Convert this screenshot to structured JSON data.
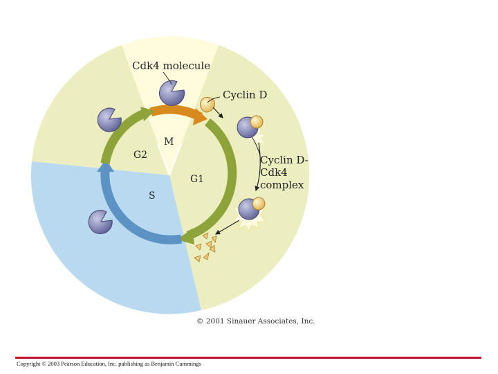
{
  "labels": {
    "cdk4_molecule": "Cdk4 molecule",
    "cyclin_d": "Cyclin D",
    "complex_line1": "Cyclin D-",
    "complex_line2": "Cdk4",
    "complex_line3": "complex",
    "phase_m": "M",
    "phase_g2": "G2",
    "phase_g1": "G1",
    "phase_s": "S"
  },
  "credit": "© 2001 Sinauer Associates, Inc.",
  "footer": "Copyright © 2003 Pearson Education, Inc. publishing as Benjamin Cummings",
  "colors": {
    "g1_sector": "#eceec0",
    "g2_sector": "#eceec0",
    "m_sector": "#fffbdc",
    "s_sector": "#b9d9f0",
    "cycle_arrow_green": "#8ea33a",
    "s_arrow_blue": "#5b93c4",
    "m_arrow_orange": "#d98a1c",
    "cdk4_purple": "#8a8fbf",
    "cyclin_yellow": "#f3d98e",
    "footer_rule": "#c8102e"
  }
}
